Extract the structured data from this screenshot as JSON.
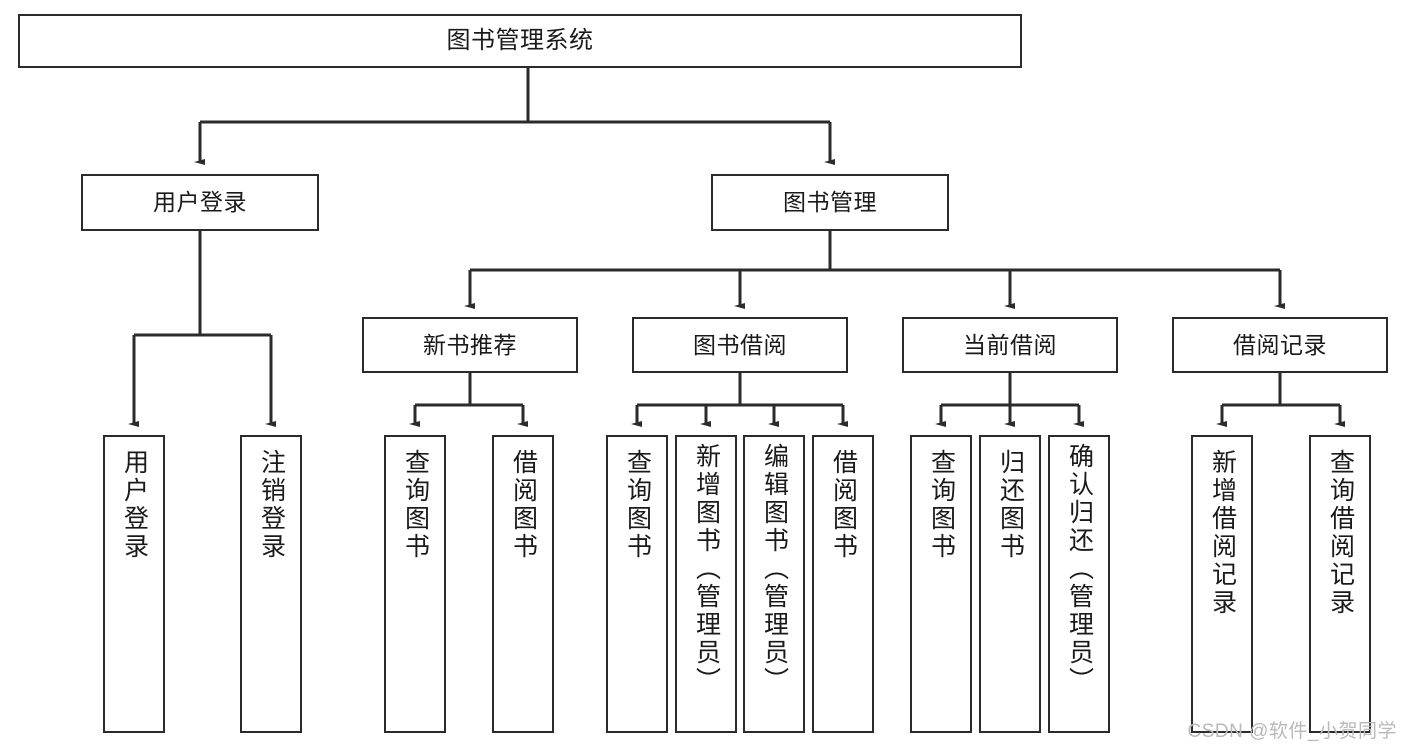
{
  "diagram": {
    "title": "图书管理系统",
    "type": "tree-hierarchy-function-structure",
    "watermark": "CSDN @软件_小贺同学",
    "colors": {
      "box_border": "#2b2b2b",
      "box_fill": "#ffffff",
      "edge": "#2b2b2b",
      "text": "#1a1a1a",
      "watermark": "#b9b9b9",
      "background": "#ffffff"
    }
  },
  "nodes": {
    "root": {
      "label": "图书管理系统"
    },
    "level1": [
      {
        "id": "user-login",
        "label": "用户登录"
      },
      {
        "id": "book-manage",
        "label": "图书管理"
      }
    ],
    "level2": [
      {
        "id": "new-book-recommend",
        "label": "新书推荐"
      },
      {
        "id": "book-borrow",
        "label": "图书借阅"
      },
      {
        "id": "current-borrow",
        "label": "当前借阅"
      },
      {
        "id": "borrow-record",
        "label": "借阅记录"
      }
    ],
    "leaves": {
      "user_login": [
        {
          "id": "leaf-user-login",
          "label": "用户登录"
        },
        {
          "id": "leaf-user-logout",
          "label": "注销登录"
        }
      ],
      "new_book_recommend": [
        {
          "id": "leaf-query-book-1",
          "label": "查询图书"
        },
        {
          "id": "leaf-borrow-book-1",
          "label": "借阅图书"
        }
      ],
      "book_borrow": [
        {
          "id": "leaf-query-book-2",
          "label": "查询图书"
        },
        {
          "id": "leaf-add-book",
          "label": "新增图书（管理员）"
        },
        {
          "id": "leaf-edit-book",
          "label": "编辑图书（管理员）"
        },
        {
          "id": "leaf-borrow-book-2",
          "label": "借阅图书"
        }
      ],
      "current_borrow": [
        {
          "id": "leaf-query-book-3",
          "label": "查询图书"
        },
        {
          "id": "leaf-return-book",
          "label": "归还图书"
        },
        {
          "id": "leaf-confirm-return",
          "label": "确认归还（管理员）"
        }
      ],
      "borrow_record": [
        {
          "id": "leaf-add-record",
          "label": "新增借阅记录"
        },
        {
          "id": "leaf-query-record",
          "label": "查询借阅记录"
        }
      ]
    }
  }
}
